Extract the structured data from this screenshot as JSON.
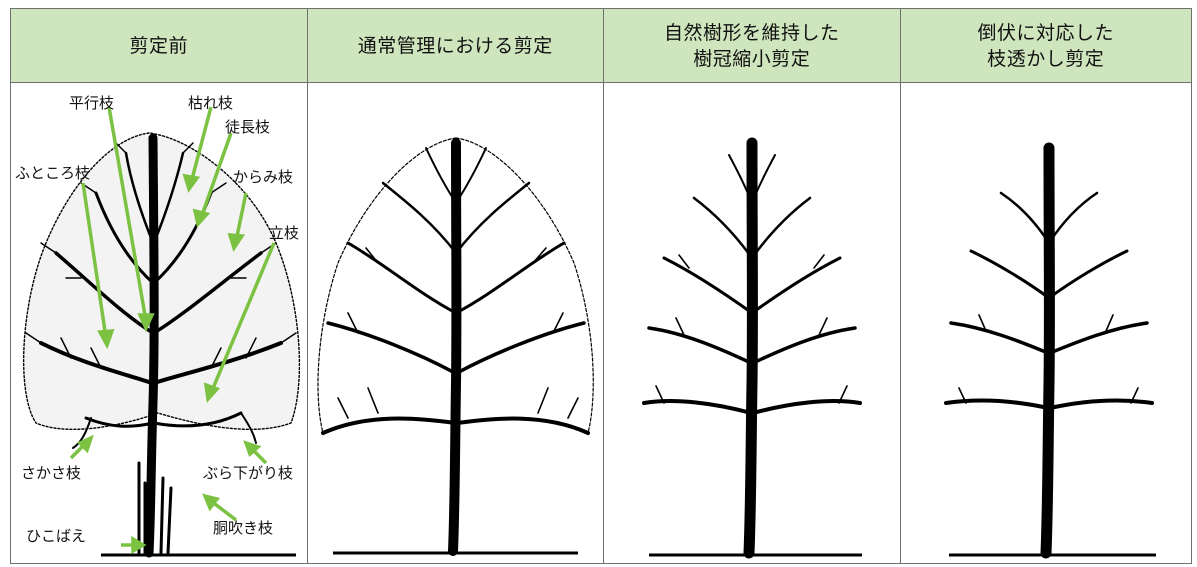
{
  "columns": [
    {
      "title_lines": [
        "剪定前"
      ]
    },
    {
      "title_lines": [
        "通常管理における剪定"
      ]
    },
    {
      "title_lines": [
        "自然樹形を維持した",
        "樹冠縮小剪定"
      ]
    },
    {
      "title_lines": [
        "倒伏に対応した",
        "枝透かし剪定"
      ]
    }
  ],
  "branch_labels": {
    "heiko": "平行枝",
    "kare": "枯れ枝",
    "toncho": "徒長枝",
    "futokoro": "ふところ枝",
    "karami": "からみ枝",
    "tachi": "立枝",
    "sakasa": "さかさ枝",
    "burasagari": "ぶら下がり枝",
    "hikobae": "ひこばえ",
    "dobuki": "胴吹き枝"
  },
  "colors": {
    "header_bg": "#cfe5bd",
    "arrow": "#7cc242",
    "tree": "#000000",
    "border": "#6f6f6f"
  },
  "icons": {
    "arrow": "green-arrow-icon",
    "tree": "tree-silhouette-icon"
  }
}
